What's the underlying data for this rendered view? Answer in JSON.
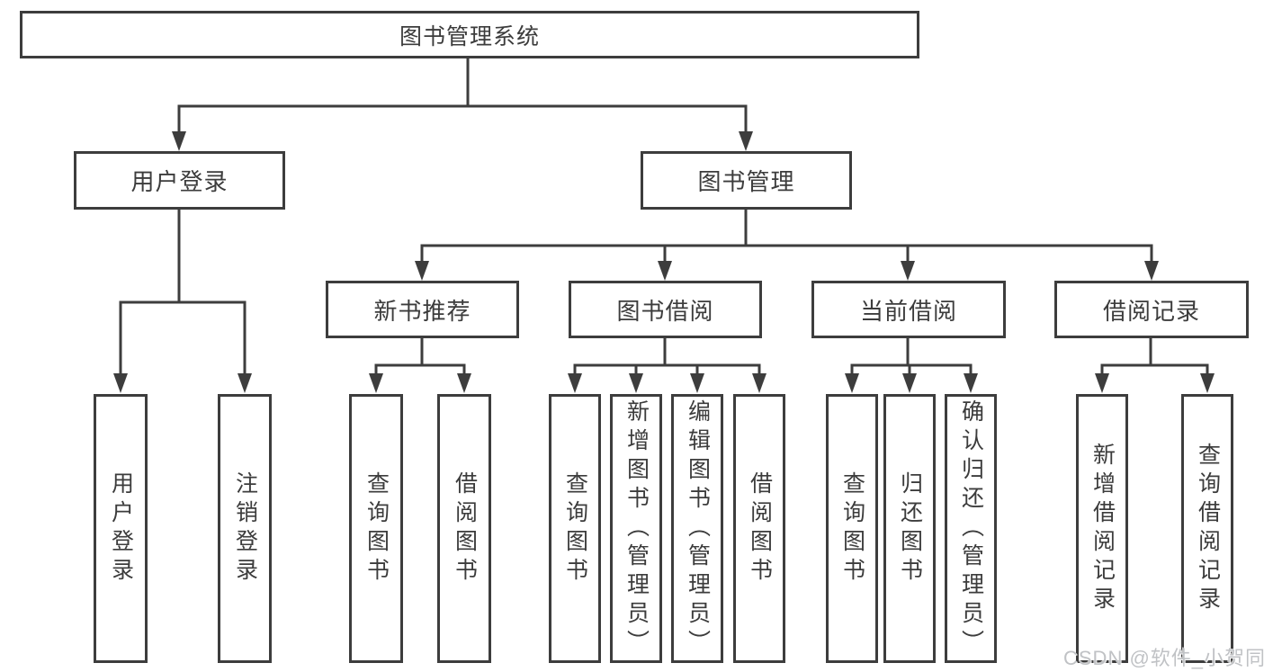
{
  "tree": {
    "label": "图书管理系统",
    "children": [
      {
        "label": "用户登录",
        "children": [
          {
            "label": "用户登录"
          },
          {
            "label": "注销登录"
          }
        ]
      },
      {
        "label": "图书管理",
        "children": [
          {
            "label": "新书推荐",
            "children": [
              {
                "label": "查询图书"
              },
              {
                "label": "借阅图书"
              }
            ]
          },
          {
            "label": "图书借阅",
            "children": [
              {
                "label": "查询图书"
              },
              {
                "label": "新增图书（管理员）"
              },
              {
                "label": "编辑图书（管理员）"
              },
              {
                "label": "借阅图书"
              }
            ]
          },
          {
            "label": "当前借阅",
            "children": [
              {
                "label": "查询图书"
              },
              {
                "label": "归还图书"
              },
              {
                "label": "确认归还（管理员）"
              }
            ]
          },
          {
            "label": "借阅记录",
            "children": [
              {
                "label": "新增借阅记录"
              },
              {
                "label": "查询借阅记录"
              }
            ]
          }
        ]
      }
    ]
  },
  "watermark": {
    "text": "CSDN @软件_小贺同学"
  },
  "colors": {
    "line": "#3d3d3d",
    "text": "#3c3c3c",
    "watermark": "#c0c2c5",
    "background": "#ffffff"
  }
}
